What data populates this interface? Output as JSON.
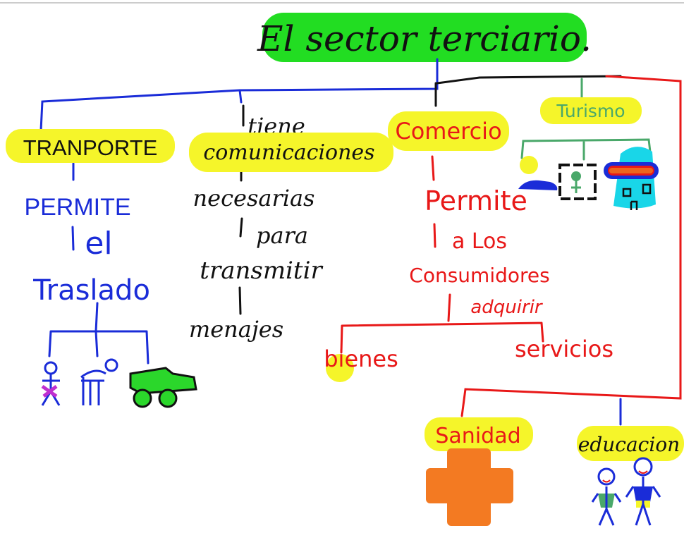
{
  "title": "El sector terciario.",
  "branches": {
    "transporte": {
      "label": "TRANPORTE",
      "text_lines": [
        "PERMITE",
        "el",
        "Traslado"
      ]
    },
    "comunicaciones": {
      "connector": "tiene",
      "label": "comunicaciones",
      "text_lines": [
        "necesarias",
        "para",
        "transmitir",
        "menajes"
      ]
    },
    "comercio": {
      "label": "Comercio",
      "text_lines": [
        "Permite",
        "a Los",
        "Consumidores",
        "adquirir"
      ],
      "leaves": [
        "bienes",
        "servicios"
      ]
    },
    "turismo": {
      "label": "Turismo"
    },
    "sanidad": {
      "label": "Sanidad"
    },
    "educacion": {
      "label": "educacion"
    }
  },
  "colors": {
    "title_highlight": "#22dd22",
    "label_highlight": "#f5f52a",
    "blue": "#1a2cd8",
    "red": "#e81818",
    "green_line": "#4aa86a",
    "black": "#111111",
    "cyan": "#19d6e8",
    "orange": "#f37a22"
  },
  "icons": [
    "person-icon",
    "horse-rider-icon",
    "truck-icon",
    "lamp-icon",
    "car-icon",
    "painting-icon",
    "house-icon",
    "medical-cross-icon",
    "children-icon"
  ]
}
